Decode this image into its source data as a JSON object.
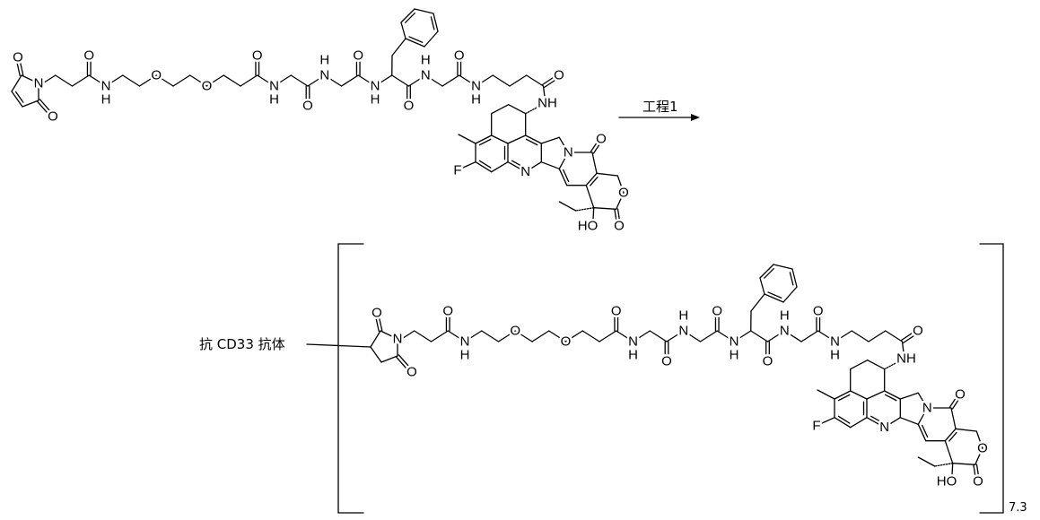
{
  "atom_labels": {
    "N": "N",
    "O": "O",
    "H": "H",
    "NH": "NH",
    "F": "F",
    "HO": "HO"
  },
  "reaction": {
    "step_label": "工程1"
  },
  "conjugate": {
    "antibody_label": "抗 CD33 抗体",
    "drug_antibody_ratio": "7.3"
  }
}
